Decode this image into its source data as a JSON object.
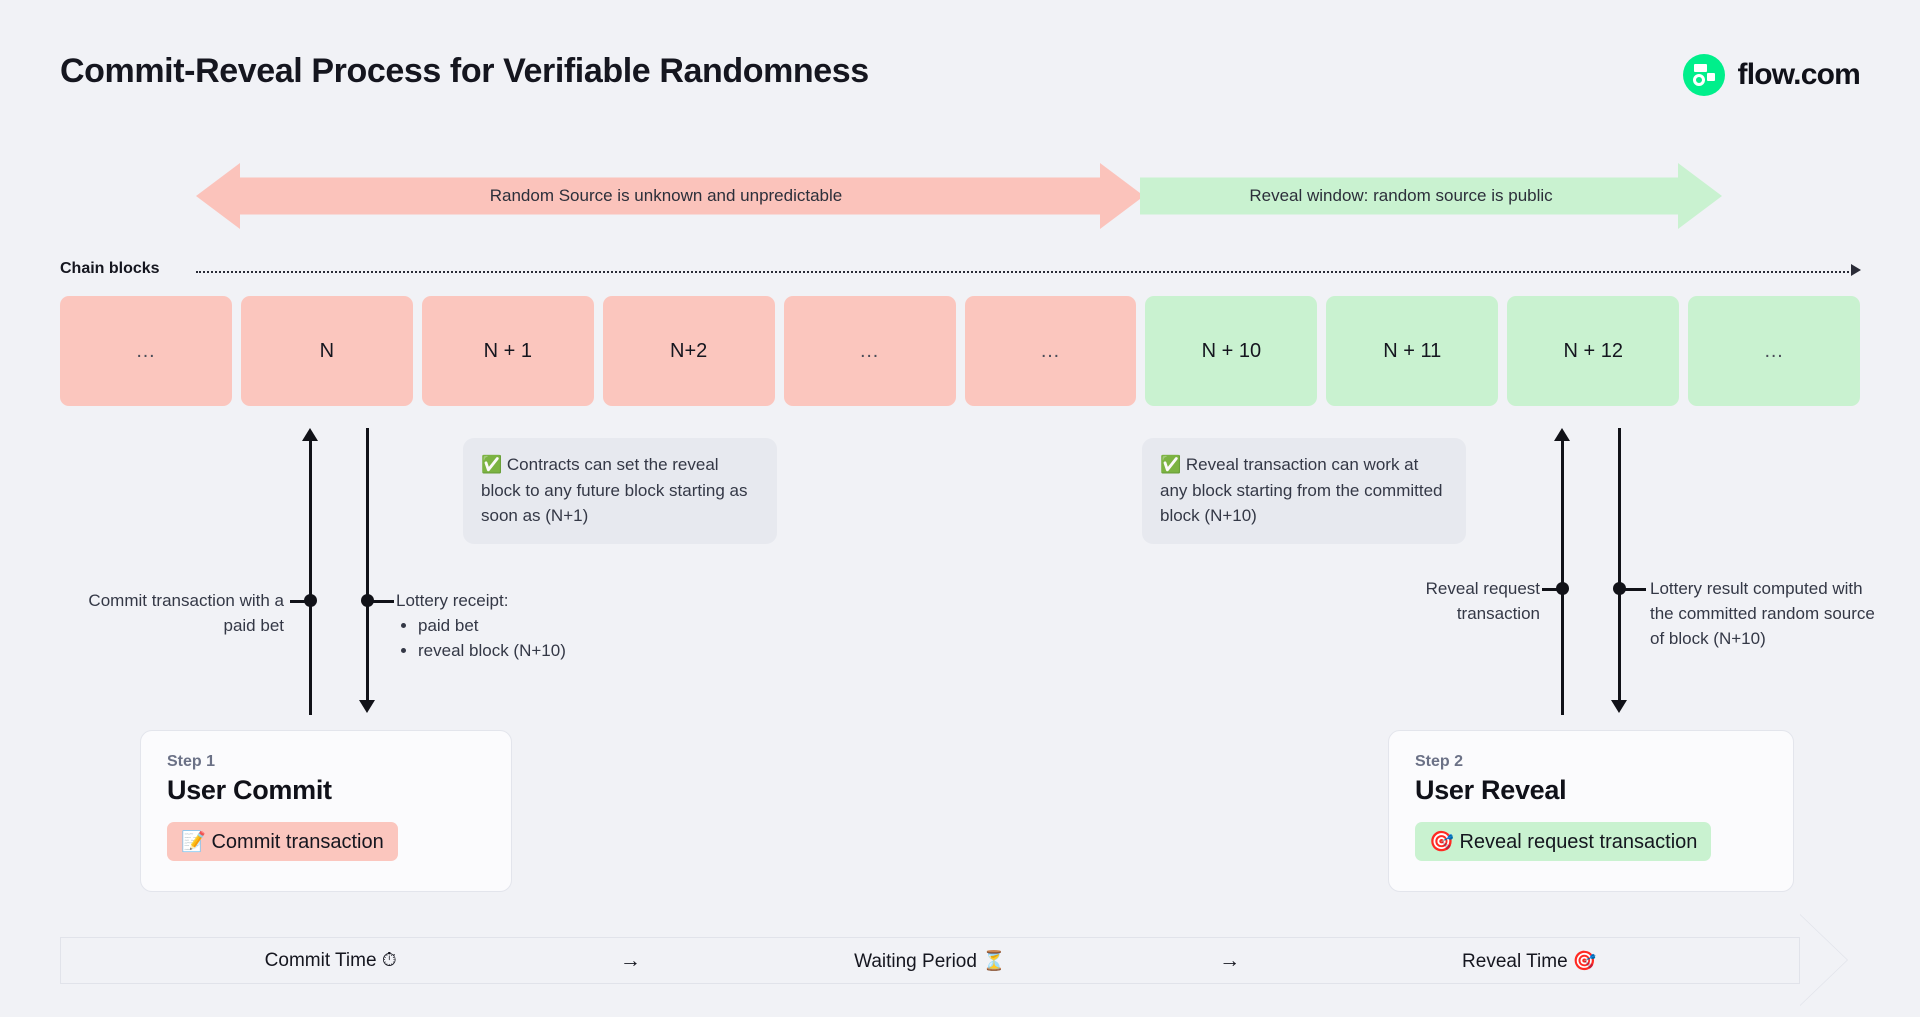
{
  "header": {
    "title": "Commit-Reveal Process for Verifiable Randomness",
    "brand": "flow.com",
    "brand_icon": "flow-logo-icon",
    "brand_color": "#00ef8b"
  },
  "phases": [
    {
      "label": "Random Source is unknown and unpredictable",
      "color": "#fbc3bb",
      "direction": "bidirectional"
    },
    {
      "label": "Reveal window: random source is public",
      "color": "#c9f2d0",
      "direction": "right"
    }
  ],
  "chain": {
    "label": "Chain blocks",
    "blocks": [
      {
        "label": "…",
        "state": "unknown"
      },
      {
        "label": "N",
        "state": "unknown"
      },
      {
        "label": "N + 1",
        "state": "unknown"
      },
      {
        "label": "N+2",
        "state": "unknown"
      },
      {
        "label": "…",
        "state": "unknown"
      },
      {
        "label": "…",
        "state": "unknown"
      },
      {
        "label": "N + 10",
        "state": "revealed"
      },
      {
        "label": "N + 11",
        "state": "revealed"
      },
      {
        "label": "N + 12",
        "state": "revealed"
      },
      {
        "label": "…",
        "state": "revealed"
      }
    ],
    "colors": {
      "unknown": "#fbc6be",
      "revealed": "#c9f2d0"
    }
  },
  "callouts": [
    {
      "icon": "✅",
      "icon_name": "check-mark-icon",
      "text": "Contracts can set the reveal block to any future block starting as soon as (N+1)"
    },
    {
      "icon": "✅",
      "icon_name": "check-mark-icon",
      "text": "Reveal transaction can work at any block starting from the committed block (N+10)"
    }
  ],
  "annotations": {
    "commit_transaction": "Commit transaction with a paid bet",
    "lottery_receipt_title": "Lottery receipt:",
    "lottery_receipt_items": [
      "paid bet",
      "reveal block (N+10)"
    ],
    "reveal_request": "Reveal request transaction",
    "lottery_result": "Lottery result computed with the committed random source of block (N+10)"
  },
  "steps": [
    {
      "eyebrow": "Step 1",
      "title": "User Commit",
      "pill_icon": "📝",
      "pill_icon_name": "memo-icon",
      "pill_label": "Commit transaction",
      "pill_color": "#fbc6be"
    },
    {
      "eyebrow": "Step 2",
      "title": "User Reveal",
      "pill_icon": "🎯",
      "pill_icon_name": "target-icon",
      "pill_label": "Reveal request transaction",
      "pill_color": "#c9f2d0"
    }
  ],
  "timeline": {
    "segments": [
      {
        "label": "Commit Time ⏱",
        "icon_name": "stopwatch-icon"
      },
      {
        "label": "Waiting Period ⏳",
        "icon_name": "hourglass-icon"
      },
      {
        "label": "Reveal Time 🎯",
        "icon_name": "target-icon"
      }
    ],
    "separator": "→"
  }
}
